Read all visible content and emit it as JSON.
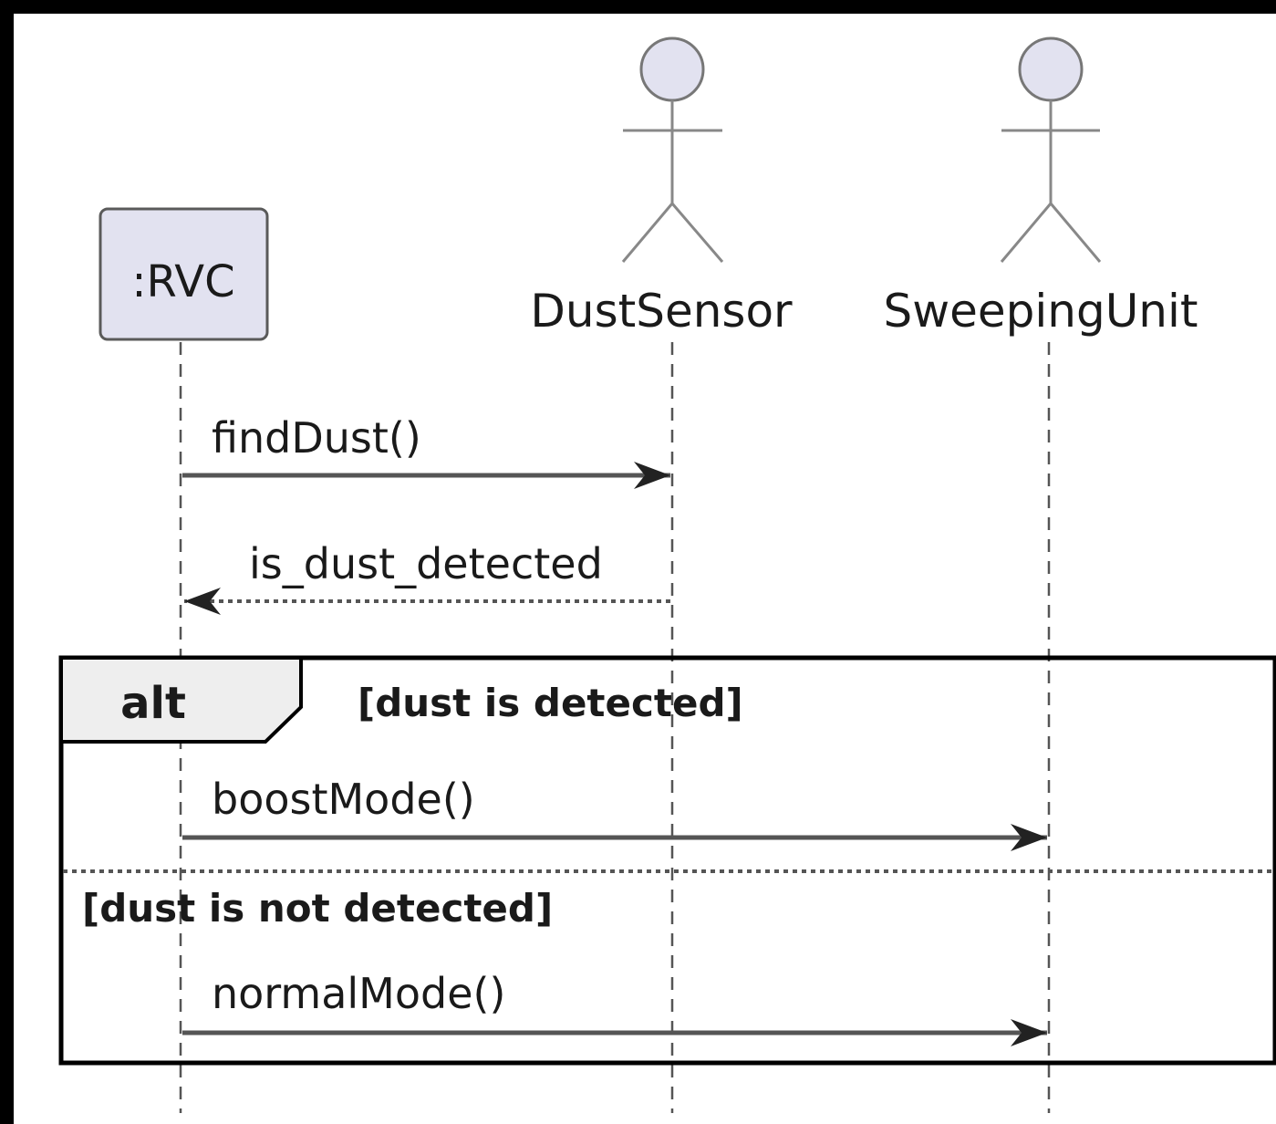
{
  "participants": {
    "rvc": {
      "label": ":RVC",
      "kind": "object"
    },
    "dust_sensor": {
      "label": "DustSensor",
      "kind": "actor"
    },
    "sweeping_unit": {
      "label": "SweepingUnit",
      "kind": "actor"
    }
  },
  "messages": {
    "find_dust": {
      "label": "findDust()",
      "type": "sync",
      "from": ":RVC",
      "to": "DustSensor"
    },
    "is_dust_detected": {
      "label": "is_dust_detected",
      "type": "return",
      "from": "DustSensor",
      "to": ":RVC"
    },
    "boost_mode": {
      "label": "boostMode()",
      "type": "sync",
      "from": ":RVC",
      "to": "SweepingUnit"
    },
    "normal_mode": {
      "label": "normalMode()",
      "type": "sync",
      "from": ":RVC",
      "to": "SweepingUnit"
    }
  },
  "alt_fragment": {
    "keyword": "alt",
    "guard_1": "[dust is detected]",
    "guard_2": "[dust is not detected]"
  },
  "colors": {
    "participant_fill": "#e2e2f0",
    "participant_border": "#5a5a5a",
    "line": "#555555",
    "frame": "#000000",
    "frame_tab_fill": "#eeeeee",
    "background_outer": "#000000",
    "background_inner": "#ffffff"
  }
}
